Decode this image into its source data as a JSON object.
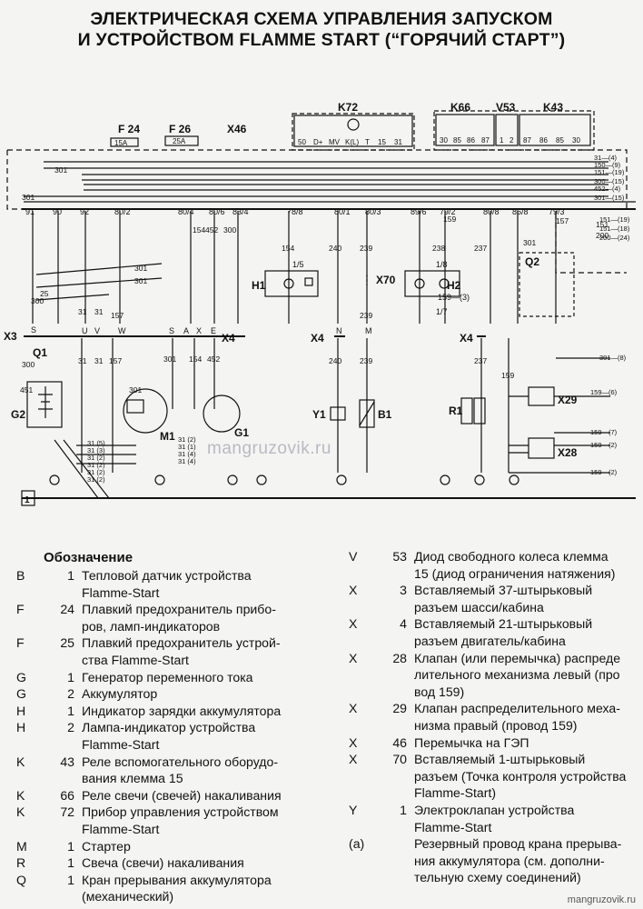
{
  "title": {
    "line1": "ЭЛЕКТРИЧЕСКАЯ СХЕМА УПРАВЛЕНИЯ ЗАПУСКОМ",
    "line2": "И УСТРОЙСТВОМ FLAMME START (“ГОРЯЧИЙ СТАРТ”)"
  },
  "watermark": "mangruzovik.ru",
  "footer_site": "mangruzovik.ru",
  "diagram": {
    "components": {
      "F24": "F 24",
      "F24_rating": "15A",
      "F26": "F 26",
      "F26_rating": "25A",
      "X46": "X46",
      "K72": "K72",
      "K66": "K66",
      "V53": "V53",
      "K43": "K43",
      "X3": "X3",
      "Q1": "Q1",
      "G2": "G2",
      "M1": "M1",
      "G1": "G1",
      "X4a": "X4",
      "X4b": "X4",
      "X4c": "X4",
      "H1": "H1",
      "X70": "X70",
      "H2": "H2",
      "Q2": "Q2",
      "Y1": "Y1",
      "B1": "B1",
      "R1": "R1",
      "X29": "X29",
      "X28": "X28",
      "ground": "1"
    },
    "k72_pins": [
      "50",
      "D+",
      "MV",
      "K(L)",
      "T",
      "15",
      "31"
    ],
    "k66_pins": [
      "30",
      "85",
      "86",
      "87"
    ],
    "v53_pins": [
      "1",
      "2"
    ],
    "k43_pins": [
      "87",
      "86",
      "85",
      "30"
    ],
    "bus_labels": [
      "91",
      "90",
      "92",
      "80/2",
      "80/4",
      "80/6",
      "83/4",
      "78/8",
      "80/1",
      "80/3",
      "89/6",
      "79/2",
      "80/8",
      "86/8",
      "79/3"
    ],
    "x4_pins": [
      "U",
      "V",
      "W",
      "S",
      "A",
      "X",
      "E"
    ],
    "x4_pins_mid": [
      "N",
      "M"
    ],
    "x3_pin": "S",
    "wire_labels": {
      "w301": "301",
      "w157": "157",
      "w154": "154",
      "w452": "452",
      "w300": "300",
      "w240": "240",
      "w239": "239",
      "w238": "238",
      "w237": "237",
      "w159": "159",
      "w151": "151",
      "w150": "150",
      "w200": "200",
      "w31": "31",
      "w451": "451",
      "w25": "25"
    },
    "right_refs": [
      "31—(4)",
      "150—(9)",
      "151—(19)",
      "300—(15)",
      "452—(4)",
      "301—(15)",
      "151—(19)",
      "151—(18)",
      "200—(24)",
      "301—(8)",
      "159—(6)",
      "159—(7)",
      "159—(2)",
      "159—(2)"
    ],
    "m1_refs": [
      "31 (2)",
      "31 (1)",
      "31 (4)",
      "31 (4)",
      "31 (5)",
      "31 (3)",
      "31 (2)",
      "31 (2)",
      "31 (2)",
      "31 (2)"
    ],
    "h1_pin": "1/5",
    "h2_pins": [
      "1/8",
      "1/7"
    ],
    "h2_ref": "159—(3)"
  },
  "legend": {
    "heading": "Обозначение",
    "left": [
      {
        "l": "B",
        "n": "1",
        "d": "Тепловой датчик устройства\nFlamme-Start"
      },
      {
        "l": "F",
        "n": "24",
        "d": "Плавкий предохранитель прибо-\nров, ламп-индикаторов"
      },
      {
        "l": "F",
        "n": "25",
        "d": "Плавкий предохранитель устрой-\nства Flamme-Start"
      },
      {
        "l": "G",
        "n": "1",
        "d": "Генератор переменного тока"
      },
      {
        "l": "G",
        "n": "2",
        "d": "Аккумулятор"
      },
      {
        "l": "H",
        "n": "1",
        "d": "Индикатор зарядки аккумулятора"
      },
      {
        "l": "H",
        "n": "2",
        "d": "Лампа-индикатор устройства\nFlamme-Start"
      },
      {
        "l": "K",
        "n": "43",
        "d": "Реле вспомогательного оборудо-\nвания клемма 15"
      },
      {
        "l": "K",
        "n": "66",
        "d": "Реле свечи (свечей) накаливания"
      },
      {
        "l": "K",
        "n": "72",
        "d": "Прибор управления устройством\nFlamme-Start"
      },
      {
        "l": "M",
        "n": "1",
        "d": "Стартер"
      },
      {
        "l": "R",
        "n": "1",
        "d": "Свеча (свечи) накаливания"
      },
      {
        "l": "Q",
        "n": "1",
        "d": "Кран прерывания аккумулятора\n(механический)"
      }
    ],
    "right": [
      {
        "l": "V",
        "n": "53",
        "d": "Диод свободного колеса клемма\n15 (диод ограничения натяжения)"
      },
      {
        "l": "X",
        "n": "3",
        "d": "Вставляемый 37-штырьковый\nразъем шасси/кабина"
      },
      {
        "l": "X",
        "n": "4",
        "d": "Вставляемый 21-штырьковый\nразъем двигатель/кабина"
      },
      {
        "l": "X",
        "n": "28",
        "d": "Клапан (или перемычка) распреде\nлительного механизма левый (про\nвод 159)"
      },
      {
        "l": "X",
        "n": "29",
        "d": "Клапан распределительного меха-\nнизма правый (провод 159)"
      },
      {
        "l": "X",
        "n": "46",
        "d": "Перемычка на ГЭП"
      },
      {
        "l": "X",
        "n": "70",
        "d": "Вставляемый 1-штырьковый\nразъем (Точка контроля устройства\nFlamme-Start)"
      },
      {
        "l": "Y",
        "n": "1",
        "d": "Электроклапан устройства\nFlamme-Start"
      },
      {
        "l": "(a)",
        "n": "",
        "d": "Резервный провод крана прерыва-\nния аккумулятора (см. дополни-\nтельную схему соединений)"
      }
    ]
  }
}
